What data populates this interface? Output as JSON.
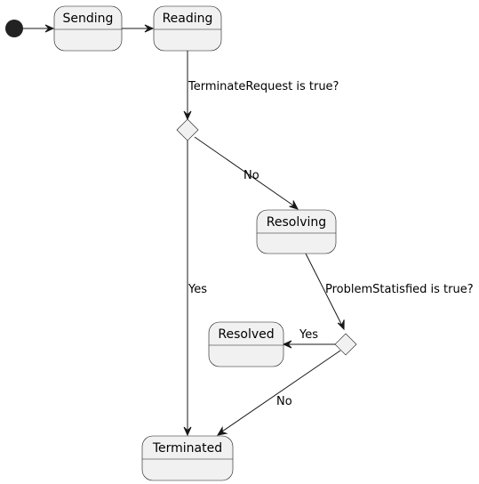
{
  "diagram": {
    "states": {
      "sending": "Sending",
      "reading": "Reading",
      "resolving": "Resolving",
      "resolved": "Resolved",
      "terminated": "Terminated"
    },
    "transitions": {
      "terminate_condition": "TerminateRequest is true?",
      "terminate_no": "No",
      "terminate_yes": "Yes",
      "problem_condition": "ProblemStatisfied is true?",
      "problem_yes": "Yes",
      "problem_no": "No"
    },
    "colors": {
      "state_fill": "#f1f1f1",
      "stroke": "#181818",
      "initial": "#222222"
    }
  }
}
